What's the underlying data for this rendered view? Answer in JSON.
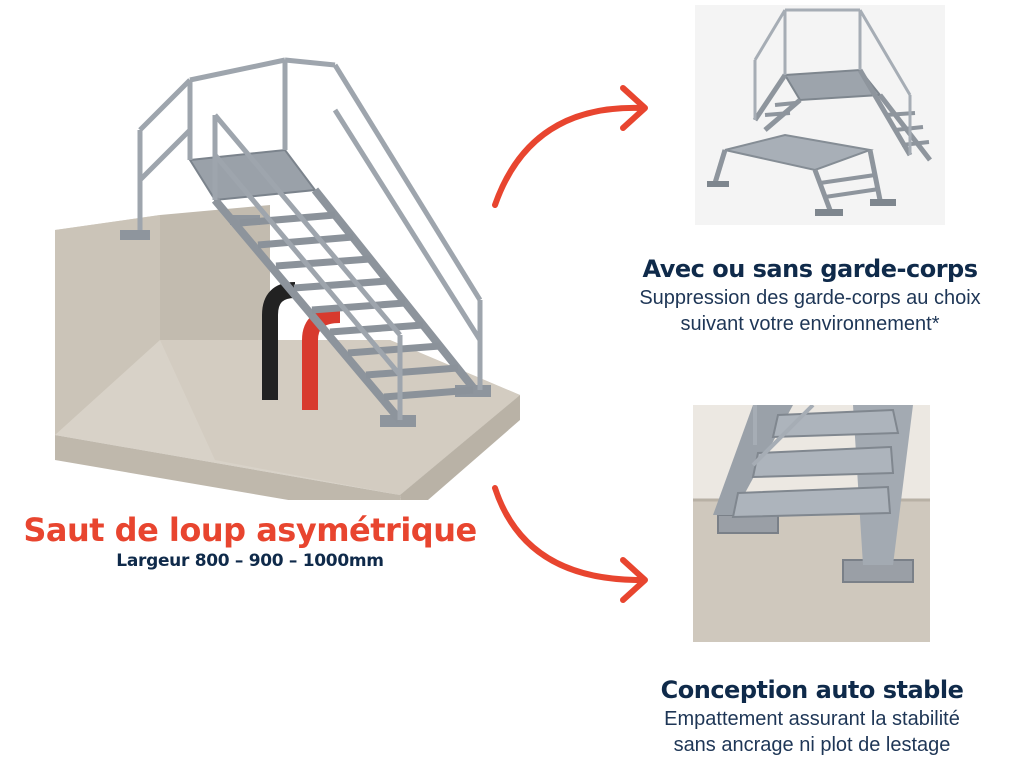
{
  "main": {
    "title": "Saut de loup asymétrique",
    "subtitle": "Largeur 800 – 900 – 1000mm"
  },
  "features": [
    {
      "title": "Avec ou sans garde-corps",
      "desc_line1": "Suppression des garde-corps au choix",
      "desc_line2": "suivant votre environnement*"
    },
    {
      "title": "Conception auto stable",
      "desc_line1": "Empattement assurant la stabilité",
      "desc_line2": "sans ancrage ni plot de lestage"
    }
  ],
  "colors": {
    "accent": "#e8452f",
    "navy": "#0f2a4a",
    "concrete": "#cdc6bb",
    "steel": "#a9b0b8"
  }
}
